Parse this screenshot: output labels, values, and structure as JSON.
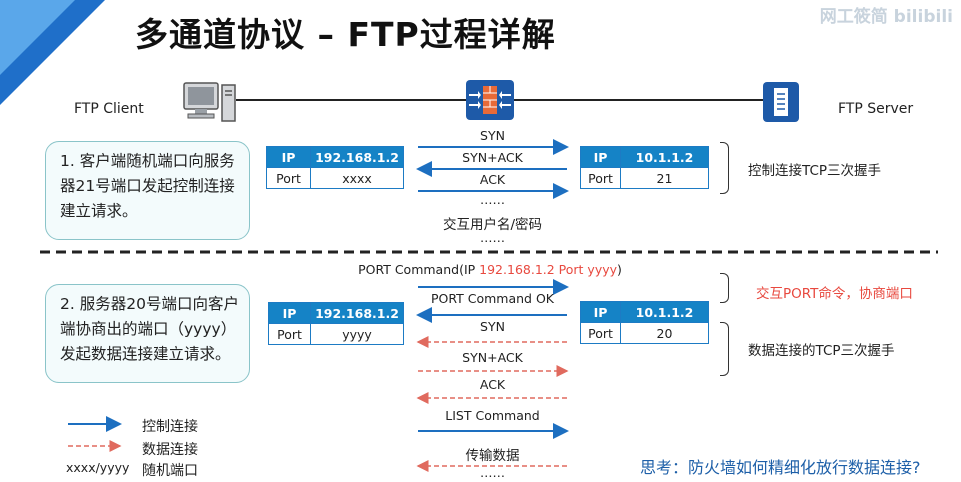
{
  "title": "多通道协议 – FTP过程详解",
  "watermark": "网工筱简 bilibili",
  "client_label": "FTP Client",
  "server_label": "FTP Server",
  "step1": "1. 客户端随机端口向服务器21号端口发起控制连接建立请求。",
  "step2": "2. 服务器20号端口向客户端协商出的端口（yyyy）发起数据连接建立请求。",
  "table_headers": {
    "ip": "IP",
    "port": "Port"
  },
  "client_table1": {
    "ip": "192.168.1.2",
    "port": "xxxx"
  },
  "server_table1": {
    "ip": "10.1.1.2",
    "port": "21"
  },
  "client_table2": {
    "ip": "192.168.1.2",
    "port": "yyyy"
  },
  "server_table2": {
    "ip": "10.1.1.2",
    "port": "20"
  },
  "control_msgs": {
    "syn": "SYN",
    "synack": "SYN+ACK",
    "ack": "ACK",
    "dots1": "……",
    "auth": "交互用户名/密码",
    "dots2": "……"
  },
  "port_command": {
    "prefix": "PORT Command(IP ",
    "highlight": "192.168.1.2 Port yyyy",
    "suffix": ")"
  },
  "data_msgs": {
    "port_ok": "PORT Command OK",
    "syn": "SYN",
    "synack": "SYN+ACK",
    "ack": "ACK",
    "list": "LIST Command",
    "transfer": "传输数据",
    "dots": "……"
  },
  "annotations": {
    "control_handshake": "控制连接TCP三次握手",
    "port_negotiate": "交互PORT命令，协商端口",
    "data_handshake": "数据连接的TCP三次握手"
  },
  "legend": {
    "control": "控制连接",
    "data": "数据连接",
    "random_key": "xxxx/yyyy",
    "random": "随机端口"
  },
  "think": "思考：防火墙如何精细化放行数据连接?",
  "colors": {
    "blue": "#1d6fc0",
    "red": "#e06a5e",
    "accent_red": "#e8493f",
    "table_blue": "#1583c6"
  }
}
